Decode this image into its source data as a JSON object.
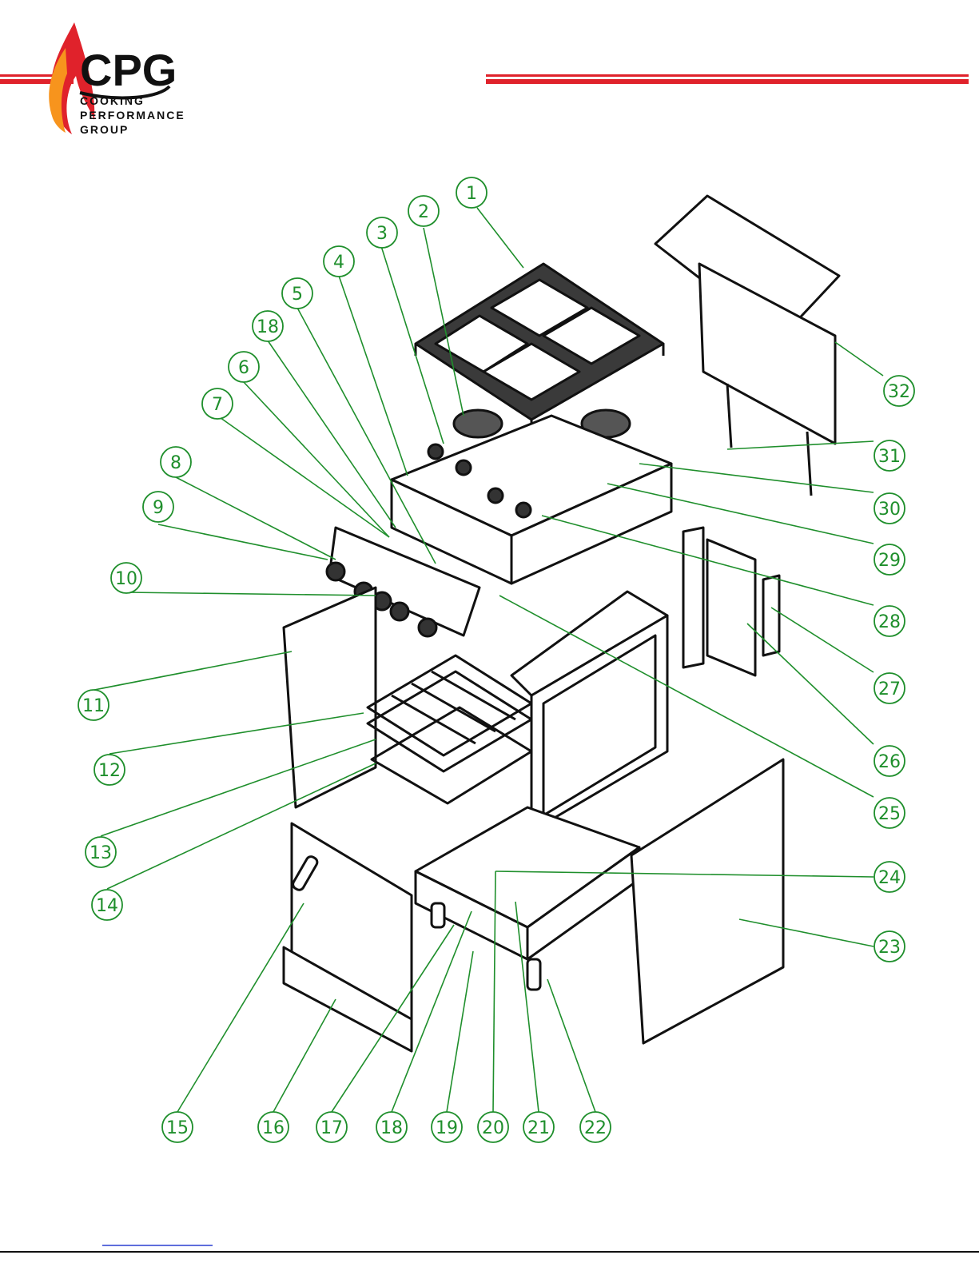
{
  "brand": {
    "logo_main": "CPG",
    "logo_lines": [
      "COOKING",
      "PERFORMANCE",
      "GROUP"
    ],
    "accent_color": "#e0222b",
    "flame_colors": [
      "#e0222b",
      "#f7941d"
    ]
  },
  "diagram": {
    "callout_color": "#1f8f2c",
    "callouts": [
      "1",
      "2",
      "3",
      "4",
      "5",
      "18",
      "6",
      "7",
      "8",
      "9",
      "10",
      "11",
      "12",
      "13",
      "14",
      "15",
      "16",
      "17",
      "18",
      "19",
      "20",
      "21",
      "22",
      "23",
      "24",
      "25",
      "26",
      "27",
      "28",
      "29",
      "30",
      "31",
      "32"
    ]
  }
}
